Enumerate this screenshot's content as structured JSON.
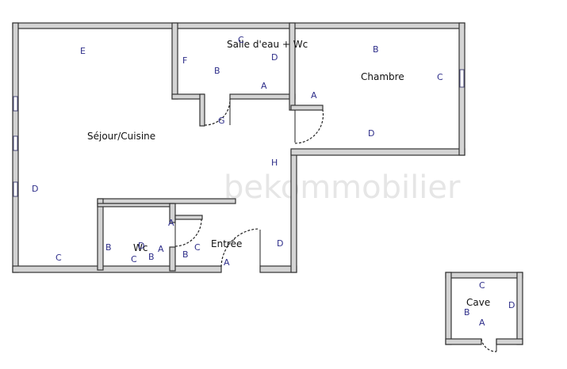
{
  "watermark": "bekommobilier",
  "rooms": {
    "salle_eau": "Salle d'eau + Wc",
    "chambre": "Chambre",
    "sejour": "Séjour/Cuisine",
    "wc": "Wc",
    "entree": "Entrée",
    "cave": "Cave"
  },
  "markers": {
    "sejour_e": "E",
    "sejour_d": "D",
    "sejour_c": "C",
    "sejour_h": "H",
    "sde_f": "F",
    "sde_b": "B",
    "sde_c": "C",
    "sde_d": "D",
    "sde_a": "A",
    "sde_g": "G",
    "ch_a": "A",
    "ch_b": "B",
    "ch_c": "C",
    "ch_d": "D",
    "wc_b1": "B",
    "wc_d": "D",
    "wc_c": "C",
    "wc_b2": "B",
    "wc_a": "A",
    "en_a_top": "A",
    "en_b": "B",
    "en_c": "C",
    "en_a_bottom": "A",
    "en_d": "D",
    "cave_c": "C",
    "cave_b": "B",
    "cave_a": "A",
    "cave_d": "D"
  }
}
